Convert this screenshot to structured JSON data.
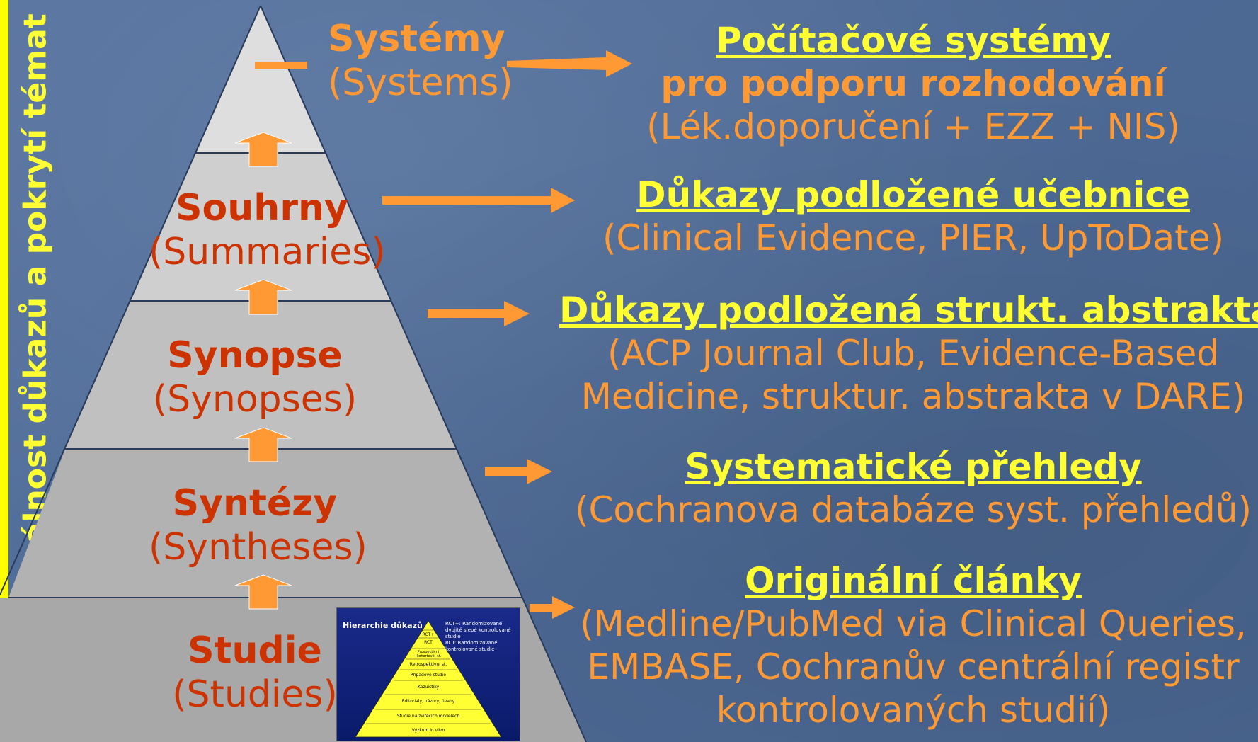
{
  "side_caption": "Klesá aktuálnost důkazů a pokrytí témat",
  "levels": [
    {
      "name": "Systémy",
      "english": "(Systems)"
    },
    {
      "name": "Souhrny",
      "english": "(Summaries)"
    },
    {
      "name": "Synopse",
      "english": "(Synopses)"
    },
    {
      "name": "Syntézy",
      "english": "(Syntheses)"
    },
    {
      "name": "Studie",
      "english": "(Studies)"
    }
  ],
  "descriptions": [
    {
      "heading": "Počítačové systémy",
      "heading2": "pro podporu rozhodování",
      "lines": [
        "(Lék.doporučení + EZZ + NIS)"
      ]
    },
    {
      "heading": "Důkazy podložené učebnice",
      "lines": [
        "(Clinical Evidence, PIER, UpToDate)"
      ]
    },
    {
      "heading": "Důkazy podložená strukt. abstrakta",
      "lines": [
        "(ACP Journal Club, Evidence-Based",
        "Medicine, struktur. abstrakta v DARE)"
      ]
    },
    {
      "heading": "Systematické přehledy",
      "lines": [
        "(Cochranova databáze syst. přehledů)"
      ]
    },
    {
      "heading": "Originální články",
      "lines": [
        "(Medline/PubMed via Clinical Queries,",
        "EMBASE, Cochranův centrální registr",
        "kontrolovaných studií)"
      ]
    }
  ],
  "thumbnail": {
    "title": "Hierarchie důkazů",
    "note": "RCT+: Randomizované dvojitě slepé kontrolované studie\nRCT: Randomizované kontrolované studie",
    "levels": [
      "RCT+",
      "RCT",
      "Prospektivní (kohortové) st.",
      "Retrospektivní st.",
      "Případové studie",
      "Kazuistiky",
      "Editorialy, názory, úvahy",
      "Studie na zvířecích modelech",
      "Výzkum in vitro"
    ]
  },
  "colors": {
    "background": "#4f6c98",
    "accent_yellow": "#ffff33",
    "accent_orange": "#ff9933",
    "label_red": "#cc3300"
  }
}
